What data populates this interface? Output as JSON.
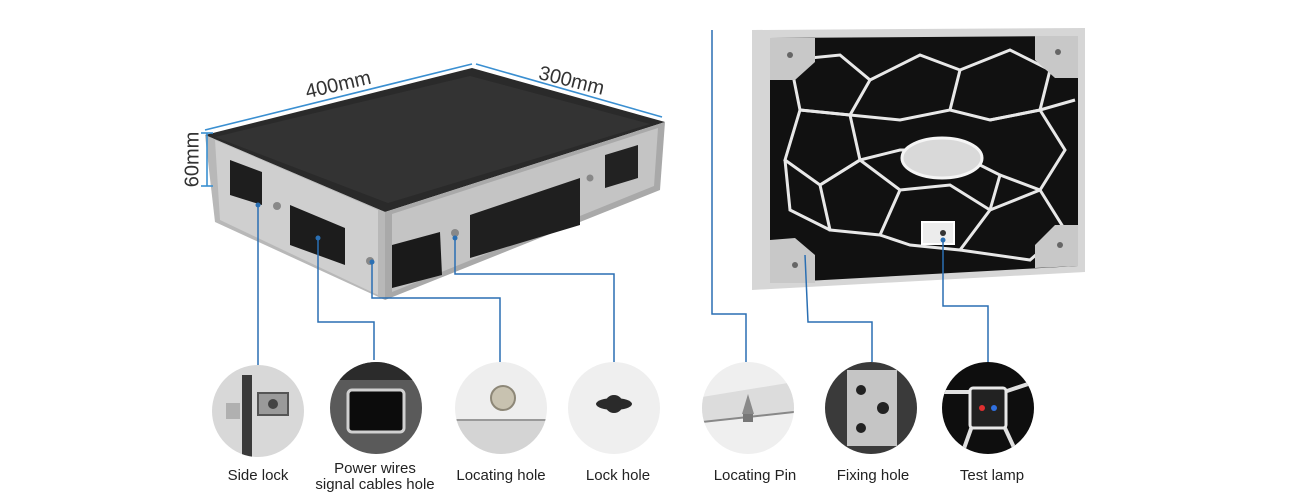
{
  "dimensions": {
    "width": "400mm",
    "depth": "300mm",
    "height": "60mm"
  },
  "features": [
    {
      "label": "Side lock",
      "icon": "side-lock-icon"
    },
    {
      "label": "Power wires\nsignal cables hole",
      "icon": "cable-hole-icon"
    },
    {
      "label": "Locating hole",
      "icon": "locating-hole-icon"
    },
    {
      "label": "Lock hole",
      "icon": "lock-hole-icon"
    },
    {
      "label": "Locating Pin",
      "icon": "locating-pin-icon"
    },
    {
      "label": "Fixing hole",
      "icon": "fixing-hole-icon"
    },
    {
      "label": "Test lamp",
      "icon": "test-lamp-icon"
    }
  ],
  "colors": {
    "leader_line": "#2a6fb3",
    "dimension_line": "#3a8fd1"
  }
}
